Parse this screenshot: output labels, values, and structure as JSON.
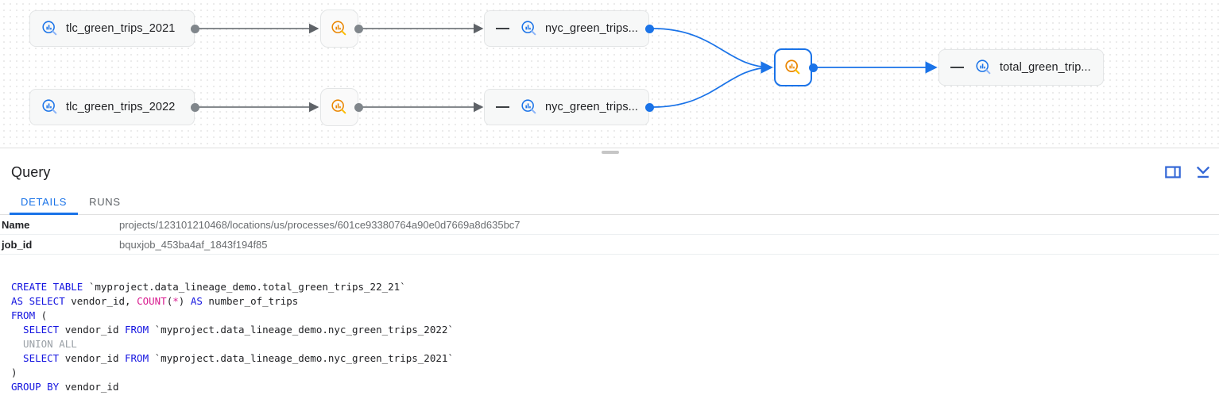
{
  "graph": {
    "nodes": [
      {
        "id": "tlc2021",
        "label": "tlc_green_trips_2021",
        "icon": "bigquery-table-icon",
        "kind": "table",
        "collapsed": false
      },
      {
        "id": "proc1",
        "label": "",
        "icon": "bigquery-process-icon",
        "kind": "process"
      },
      {
        "id": "nyc2021",
        "label": "nyc_green_trips...",
        "icon": "bigquery-table-icon",
        "kind": "table",
        "collapsed": true
      },
      {
        "id": "tlc2022",
        "label": "tlc_green_trips_2022",
        "icon": "bigquery-table-icon",
        "kind": "table",
        "collapsed": false
      },
      {
        "id": "proc2",
        "label": "",
        "icon": "bigquery-process-icon",
        "kind": "process"
      },
      {
        "id": "nyc2022",
        "label": "nyc_green_trips...",
        "icon": "bigquery-table-icon",
        "kind": "table",
        "collapsed": true
      },
      {
        "id": "procSel",
        "label": "",
        "icon": "bigquery-process-icon",
        "kind": "process",
        "selected": true
      },
      {
        "id": "total",
        "label": "total_green_trip...",
        "icon": "bigquery-table-icon",
        "kind": "table",
        "collapsed": true
      }
    ],
    "colors": {
      "edge": "#5f6368",
      "edge_selected": "#1a73e8",
      "port": "#80868b",
      "port_selected": "#1a73e8",
      "node_icon_table": "#1a73e8",
      "node_icon_process": "#ea8600"
    }
  },
  "panel": {
    "title": "Query",
    "actions": [
      {
        "name": "side-panel-icon",
        "label": "Side panel"
      },
      {
        "name": "collapse-panel-icon",
        "label": "Collapse"
      }
    ],
    "tabs": [
      {
        "label": "DETAILS",
        "active": true
      },
      {
        "label": "RUNS",
        "active": false
      }
    ],
    "details": [
      {
        "key": "Name",
        "value": "projects/123101210468/locations/us/processes/601ce93380764a90e0d7669a8d635bc7"
      },
      {
        "key": "job_id",
        "value": "bquxjob_453ba4af_1843f194f85"
      }
    ],
    "sql_lines": [
      [
        {
          "t": "CREATE TABLE ",
          "c": "kw"
        },
        {
          "t": "`myproject.data_lineage_demo.total_green_trips_22_21`",
          "c": "tx"
        }
      ],
      [
        {
          "t": "AS SELECT ",
          "c": "kw"
        },
        {
          "t": "vendor_id, ",
          "c": "tx"
        },
        {
          "t": "COUNT",
          "c": "fn"
        },
        {
          "t": "(",
          "c": "tx"
        },
        {
          "t": "*",
          "c": "op"
        },
        {
          "t": ") ",
          "c": "tx"
        },
        {
          "t": "AS ",
          "c": "kw"
        },
        {
          "t": "number_of_trips",
          "c": "tx"
        }
      ],
      [
        {
          "t": "FROM ",
          "c": "kw"
        },
        {
          "t": "(",
          "c": "tx"
        }
      ],
      [
        {
          "t": "  SELECT ",
          "c": "kw"
        },
        {
          "t": "vendor_id ",
          "c": "tx"
        },
        {
          "t": "FROM ",
          "c": "kw"
        },
        {
          "t": "`myproject.data_lineage_demo.nyc_green_trips_2022`",
          "c": "tx"
        }
      ],
      [
        {
          "t": "  UNION ALL",
          "c": "cm"
        }
      ],
      [
        {
          "t": "  SELECT ",
          "c": "kw"
        },
        {
          "t": "vendor_id ",
          "c": "tx"
        },
        {
          "t": "FROM ",
          "c": "kw"
        },
        {
          "t": "`myproject.data_lineage_demo.nyc_green_trips_2021`",
          "c": "tx"
        }
      ],
      [
        {
          "t": ")",
          "c": "tx"
        }
      ],
      [
        {
          "t": "GROUP BY ",
          "c": "kw"
        },
        {
          "t": "vendor_id",
          "c": "tx"
        }
      ]
    ]
  }
}
